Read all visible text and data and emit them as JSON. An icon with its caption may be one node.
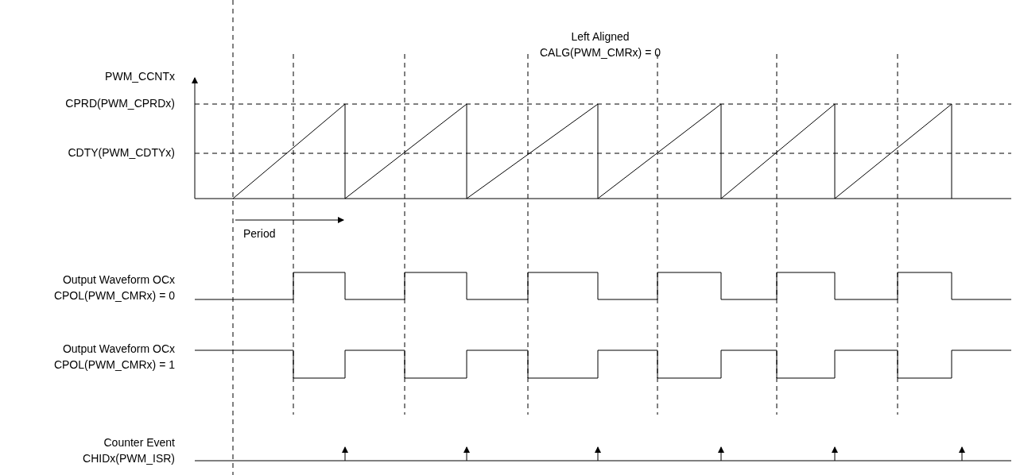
{
  "diagram": {
    "labels": [
      "Left Aligned",
      "CALG(PWM_CMRx) = 0",
      "PWM_CCNTx",
      "CPRD(PWM_CPRDx)",
      "CDTY(PWM_CDTYx)",
      "Period",
      "Output Waveform OCx",
      "CPOL(PWM_CMRx) = 0",
      "Output Waveform OCx",
      "CPOL(PWM_CMRx) = 1",
      "Counter Event",
      "CHIDx(PWM_ISR)"
    ]
  }
}
